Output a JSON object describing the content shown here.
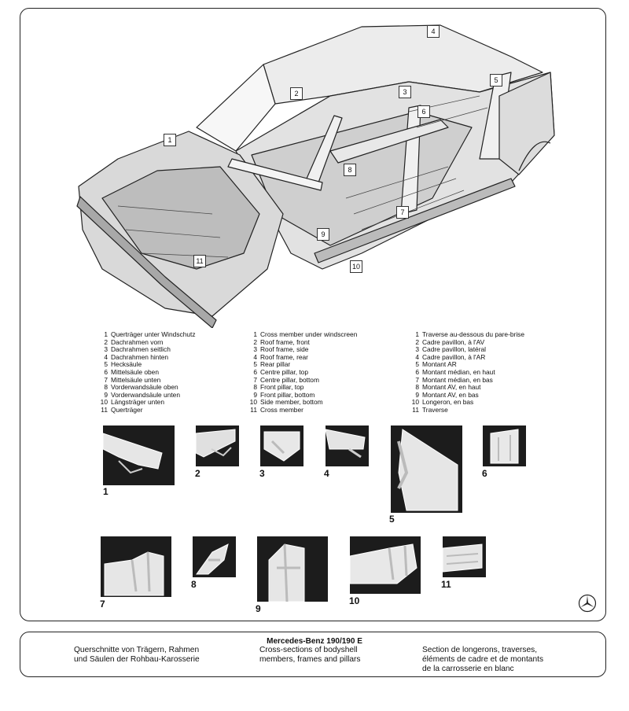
{
  "legend": {
    "de": [
      {
        "num": "1",
        "text": "Querträger unter Windschutz"
      },
      {
        "num": "2",
        "text": "Dachrahmen vorn"
      },
      {
        "num": "3",
        "text": "Dachrahmen seitlich"
      },
      {
        "num": "4",
        "text": "Dachrahmen hinten"
      },
      {
        "num": "5",
        "text": "Hecksäule"
      },
      {
        "num": "6",
        "text": "Mittelsäule oben"
      },
      {
        "num": "7",
        "text": "Mittelsäule unten"
      },
      {
        "num": "8",
        "text": "Vorderwandsäule oben"
      },
      {
        "num": "9",
        "text": "Vorderwandsäule unten"
      },
      {
        "num": "10",
        "text": "Längsträger unten"
      },
      {
        "num": "11",
        "text": "Querträger"
      }
    ],
    "en": [
      {
        "num": "1",
        "text": "Cross member under windscreen"
      },
      {
        "num": "2",
        "text": "Roof frame, front"
      },
      {
        "num": "3",
        "text": "Roof frame, side"
      },
      {
        "num": "4",
        "text": "Roof frame, rear"
      },
      {
        "num": "5",
        "text": "Rear pillar"
      },
      {
        "num": "6",
        "text": "Centre pillar, top"
      },
      {
        "num": "7",
        "text": "Centre pillar, bottom"
      },
      {
        "num": "8",
        "text": "Front pillar, top"
      },
      {
        "num": "9",
        "text": "Front pillar, bottom"
      },
      {
        "num": "10",
        "text": "Side member, bottom"
      },
      {
        "num": "11",
        "text": "Cross member"
      }
    ],
    "fr": [
      {
        "num": "1",
        "text": "Traverse au-dessous du pare-brise"
      },
      {
        "num": "2",
        "text": "Cadre pavillon, à l'AV"
      },
      {
        "num": "3",
        "text": "Cadre pavillon, latéral"
      },
      {
        "num": "4",
        "text": "Cadre pavillon, à l'AR"
      },
      {
        "num": "5",
        "text": "Montant AR"
      },
      {
        "num": "6",
        "text": "Montant médian, en haut"
      },
      {
        "num": "7",
        "text": "Montant médian, en bas"
      },
      {
        "num": "8",
        "text": "Montant AV, en haut"
      },
      {
        "num": "9",
        "text": "Montant AV, en bas"
      },
      {
        "num": "10",
        "text": "Longeron, en bas"
      },
      {
        "num": "11",
        "text": "Traverse"
      }
    ]
  },
  "callouts": [
    "1",
    "2",
    "3",
    "4",
    "5",
    "6",
    "7",
    "8",
    "9",
    "10",
    "11"
  ],
  "sections": [
    "1",
    "2",
    "3",
    "4",
    "5",
    "6",
    "7",
    "8",
    "9",
    "10",
    "11"
  ],
  "footer": {
    "title": "Mercedes-Benz 190/190 E",
    "de": [
      "Querschnitte von Trägern, Rahmen",
      "und Säulen der Rohbau-Karosserie"
    ],
    "en": [
      "Cross-sections of bodyshell",
      "members, frames and pillars"
    ],
    "fr": [
      "Section de longerons, traverses,",
      "éléments de cadre et de montants",
      "de la carrosserie en blanc"
    ]
  },
  "colors": {
    "ink": "#1c1c1c",
    "paper": "#ffffff",
    "metal": "#d8d8d8"
  }
}
